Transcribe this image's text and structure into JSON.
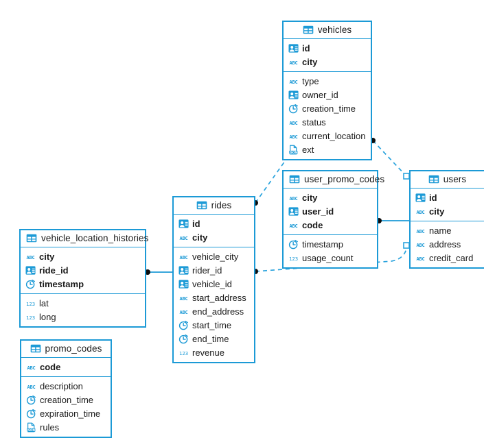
{
  "diagram": {
    "title": "database-er-diagram",
    "accent_color": "#1c9ad6",
    "edge_color": "#2aa3dd",
    "endpoint_dot_color": "#0d0d0d",
    "text_color": "#1a1a1a",
    "background": "#ffffff"
  },
  "icon_legend": {
    "identity": "identity-icon",
    "text": "abc-icon",
    "timestamp": "clock-icon",
    "number": "123-icon",
    "json": "json-icon",
    "table": "table-grid-icon"
  },
  "tables": [
    {
      "id": "vehicles",
      "name": "vehicles",
      "title_align": "center",
      "primary_keys": [
        {
          "name": "id",
          "type": "identity"
        },
        {
          "name": "city",
          "type": "text"
        }
      ],
      "columns": [
        {
          "name": "type",
          "type": "text"
        },
        {
          "name": "owner_id",
          "type": "identity"
        },
        {
          "name": "creation_time",
          "type": "timestamp"
        },
        {
          "name": "status",
          "type": "text"
        },
        {
          "name": "current_location",
          "type": "text"
        },
        {
          "name": "ext",
          "type": "json"
        }
      ]
    },
    {
      "id": "user_promo_codes",
      "name": "user_promo_codes",
      "title_align": "left",
      "primary_keys": [
        {
          "name": "city",
          "type": "text"
        },
        {
          "name": "user_id",
          "type": "identity"
        },
        {
          "name": "code",
          "type": "text"
        }
      ],
      "columns": [
        {
          "name": "timestamp",
          "type": "timestamp"
        },
        {
          "name": "usage_count",
          "type": "number"
        }
      ]
    },
    {
      "id": "users",
      "name": "users",
      "title_align": "center",
      "primary_keys": [
        {
          "name": "id",
          "type": "identity"
        },
        {
          "name": "city",
          "type": "text"
        }
      ],
      "columns": [
        {
          "name": "name",
          "type": "text"
        },
        {
          "name": "address",
          "type": "text"
        },
        {
          "name": "credit_card",
          "type": "text"
        }
      ]
    },
    {
      "id": "rides",
      "name": "rides",
      "title_align": "center",
      "primary_keys": [
        {
          "name": "id",
          "type": "identity"
        },
        {
          "name": "city",
          "type": "text"
        }
      ],
      "columns": [
        {
          "name": "vehicle_city",
          "type": "text"
        },
        {
          "name": "rider_id",
          "type": "identity"
        },
        {
          "name": "vehicle_id",
          "type": "identity"
        },
        {
          "name": "start_address",
          "type": "text"
        },
        {
          "name": "end_address",
          "type": "text"
        },
        {
          "name": "start_time",
          "type": "timestamp"
        },
        {
          "name": "end_time",
          "type": "timestamp"
        },
        {
          "name": "revenue",
          "type": "number"
        }
      ]
    },
    {
      "id": "vehicle_location_histories",
      "name": "vehicle_location_histories",
      "title_align": "left",
      "primary_keys": [
        {
          "name": "city",
          "type": "text"
        },
        {
          "name": "ride_id",
          "type": "identity"
        },
        {
          "name": "timestamp",
          "type": "timestamp"
        }
      ],
      "columns": [
        {
          "name": "lat",
          "type": "number"
        },
        {
          "name": "long",
          "type": "number"
        }
      ]
    },
    {
      "id": "promo_codes",
      "name": "promo_codes",
      "title_align": "center",
      "primary_keys": [
        {
          "name": "code",
          "type": "text"
        }
      ],
      "columns": [
        {
          "name": "description",
          "type": "text"
        },
        {
          "name": "creation_time",
          "type": "timestamp"
        },
        {
          "name": "expiration_time",
          "type": "timestamp"
        },
        {
          "name": "rules",
          "type": "json"
        }
      ]
    }
  ],
  "relationships": [
    {
      "id": "vehicles-users",
      "from": "vehicles",
      "to": "users",
      "style": "dashed",
      "from_marker": "dot",
      "to_marker": "square"
    },
    {
      "id": "rides-vehicles",
      "from": "rides",
      "to": "vehicles",
      "style": "dashed",
      "from_marker": "dot",
      "to_marker": "square"
    },
    {
      "id": "rides-users",
      "from": "rides",
      "to": "users",
      "style": "dashed",
      "from_marker": "dot",
      "to_marker": "square"
    },
    {
      "id": "user_promo_codes-users",
      "from": "user_promo_codes",
      "to": "users",
      "style": "solid",
      "from_marker": "dot",
      "to_marker": "none"
    },
    {
      "id": "vehicle_location_histories-rides",
      "from": "vehicle_location_histories",
      "to": "rides",
      "style": "solid",
      "from_marker": "dot",
      "to_marker": "none"
    }
  ]
}
